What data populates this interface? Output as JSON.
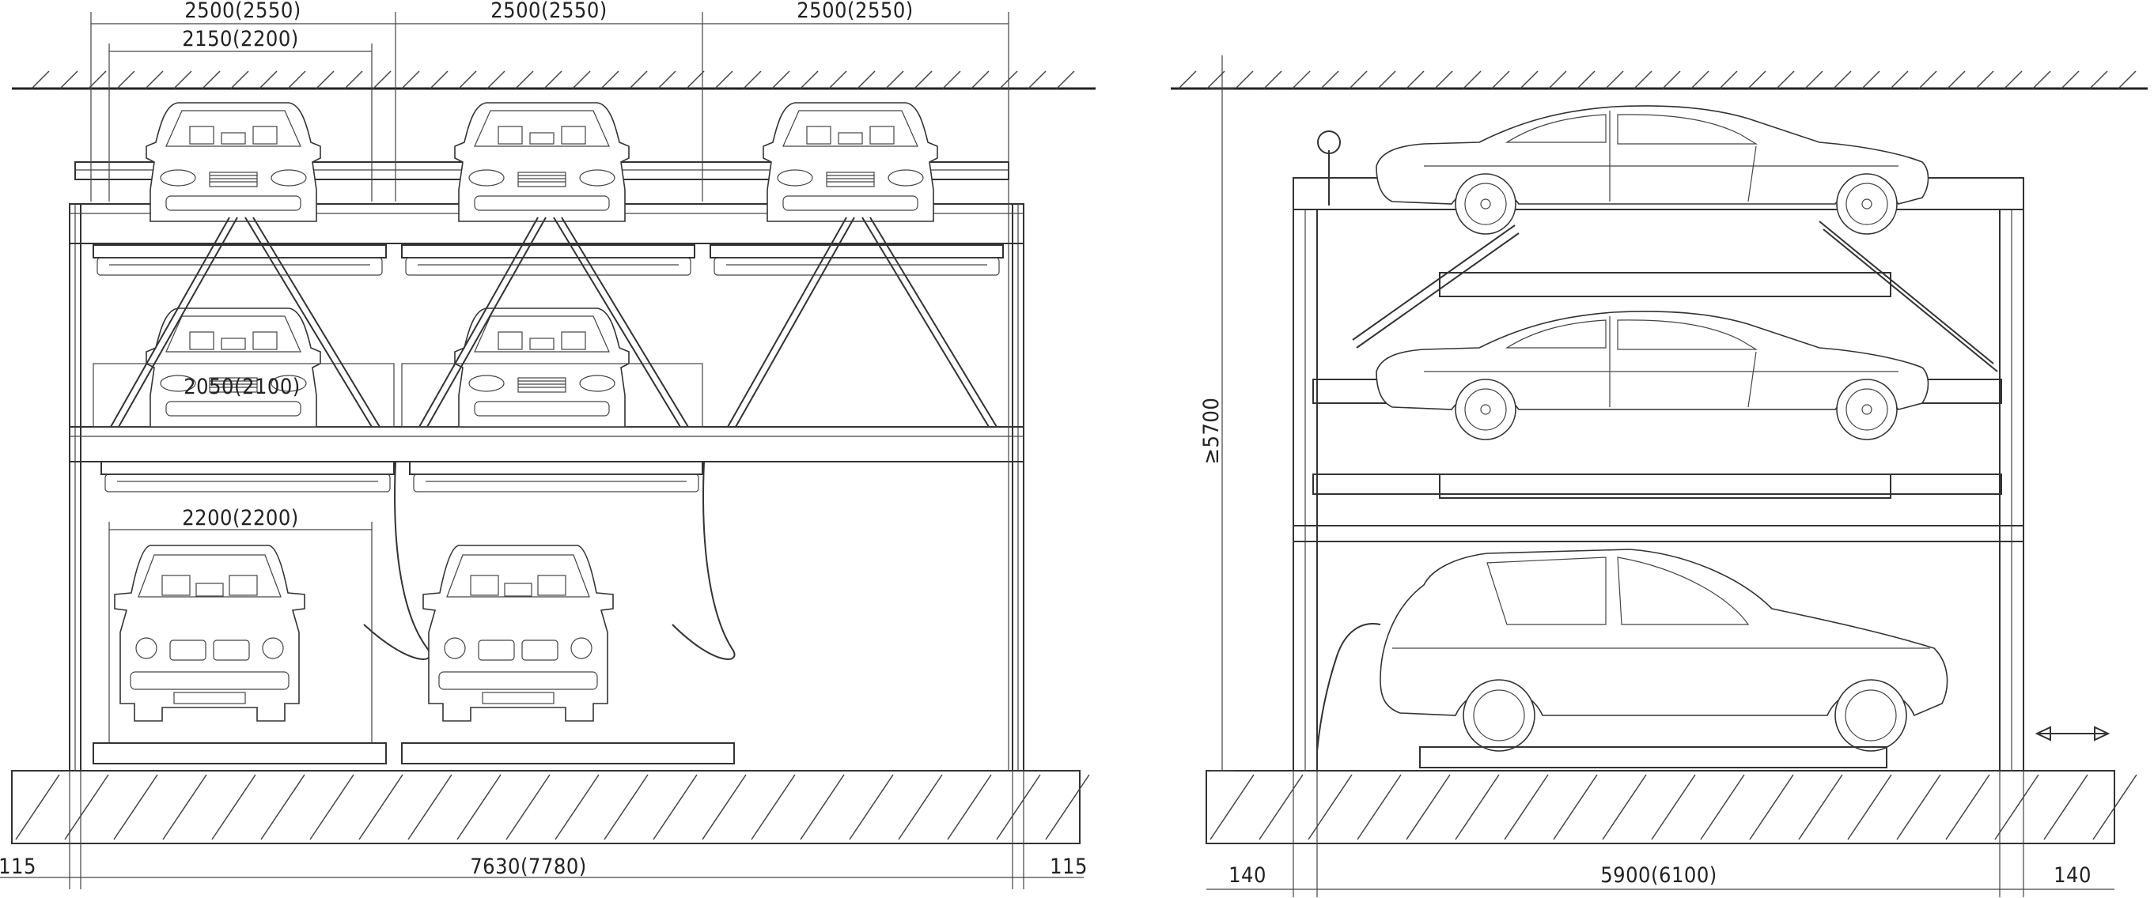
{
  "front_view": {
    "dims": {
      "bay_width_1": "2500(2550)",
      "bay_width_2": "2500(2550)",
      "bay_width_3": "2500(2550)",
      "clear_width_top": "2150(2200)",
      "platform_width_mid": "2050(2100)",
      "clear_width_ground": "2200(2200)",
      "total_width": "7630(7780)",
      "margin_left": "115",
      "margin_right": "115"
    }
  },
  "side_view": {
    "dims": {
      "height": "≥5700",
      "total_length": "5900(6100)",
      "margin_left": "140",
      "margin_right": "140"
    }
  },
  "colors": {
    "line": "#333333",
    "background": "#ffffff"
  }
}
